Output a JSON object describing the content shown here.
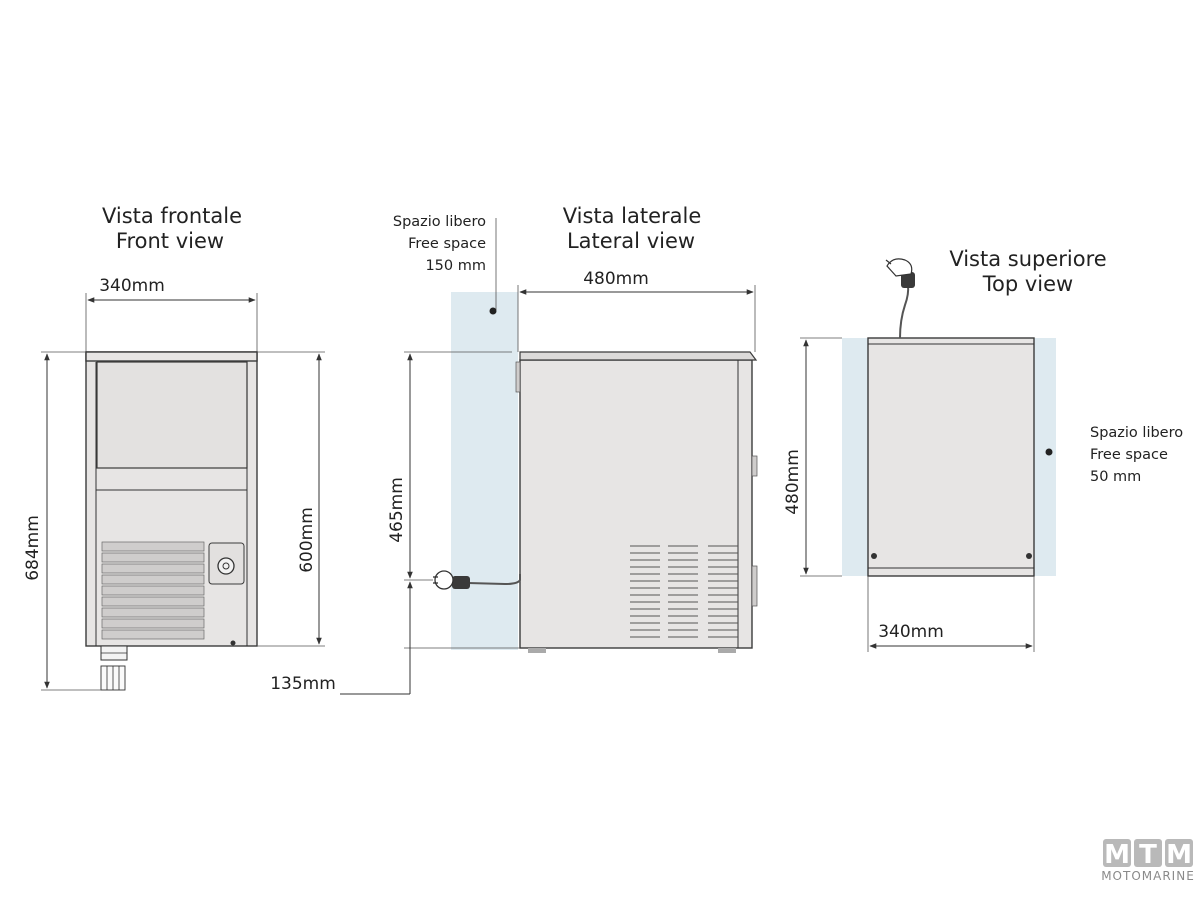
{
  "front_view": {
    "title_it": "Vista frontale",
    "title_en": "Front view",
    "width": "340mm",
    "height_total": "684mm",
    "height_body": "600mm"
  },
  "lateral_view": {
    "title_it": "Vista laterale",
    "title_en": "Lateral view",
    "depth": "480mm",
    "cable_height": "465mm",
    "floor_offset": "135mm",
    "free_space": {
      "line1": "Spazio libero",
      "line2": "Free space",
      "line3": "150 mm"
    }
  },
  "top_view": {
    "title_it": "Vista superiore",
    "title_en": "Top  view",
    "width": "340mm",
    "depth": "480mm",
    "free_space": {
      "line1": "Spazio libero",
      "line2": "Free space",
      "line3": "50 mm"
    }
  },
  "logo": {
    "letters": [
      "M",
      "T",
      "M"
    ],
    "sub": "MOTOMARINE"
  },
  "colors": {
    "free_space": "#deeaf0",
    "body": "#e7e5e4",
    "line": "#333333"
  }
}
